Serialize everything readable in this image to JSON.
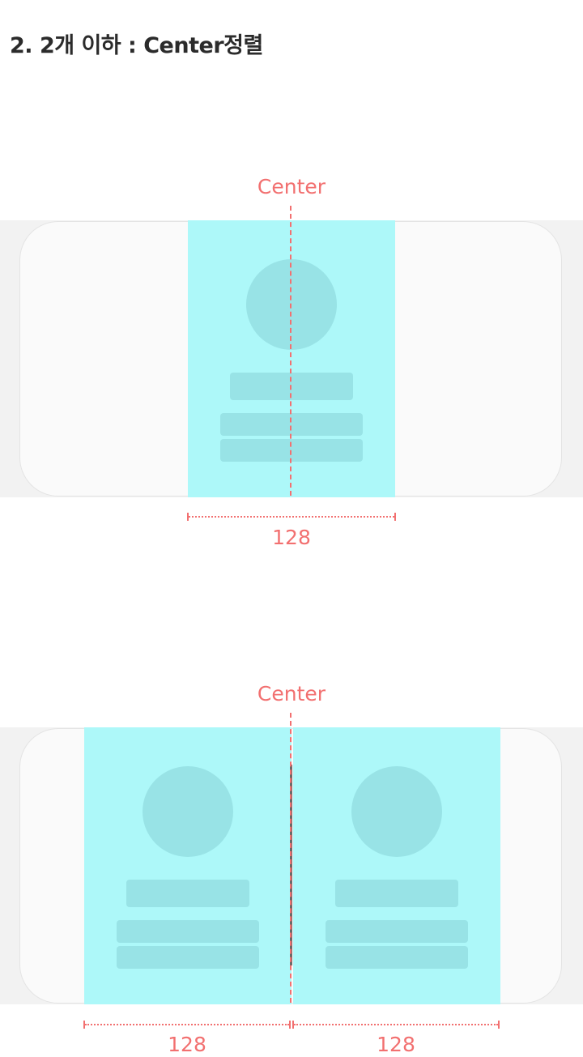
{
  "title": "2. 2개 이하 : Center정렬",
  "colors": {
    "accent": "#f27070",
    "column": "#adf8f9",
    "placeholder": "#98e3e6",
    "band": "#f2f2f2",
    "card": "#fafafa"
  },
  "examples": [
    {
      "center_label": "Center",
      "columns": [
        {
          "width_label": "128"
        }
      ]
    },
    {
      "center_label": "Center",
      "columns": [
        {
          "width_label": "128"
        },
        {
          "width_label": "128"
        }
      ]
    }
  ]
}
